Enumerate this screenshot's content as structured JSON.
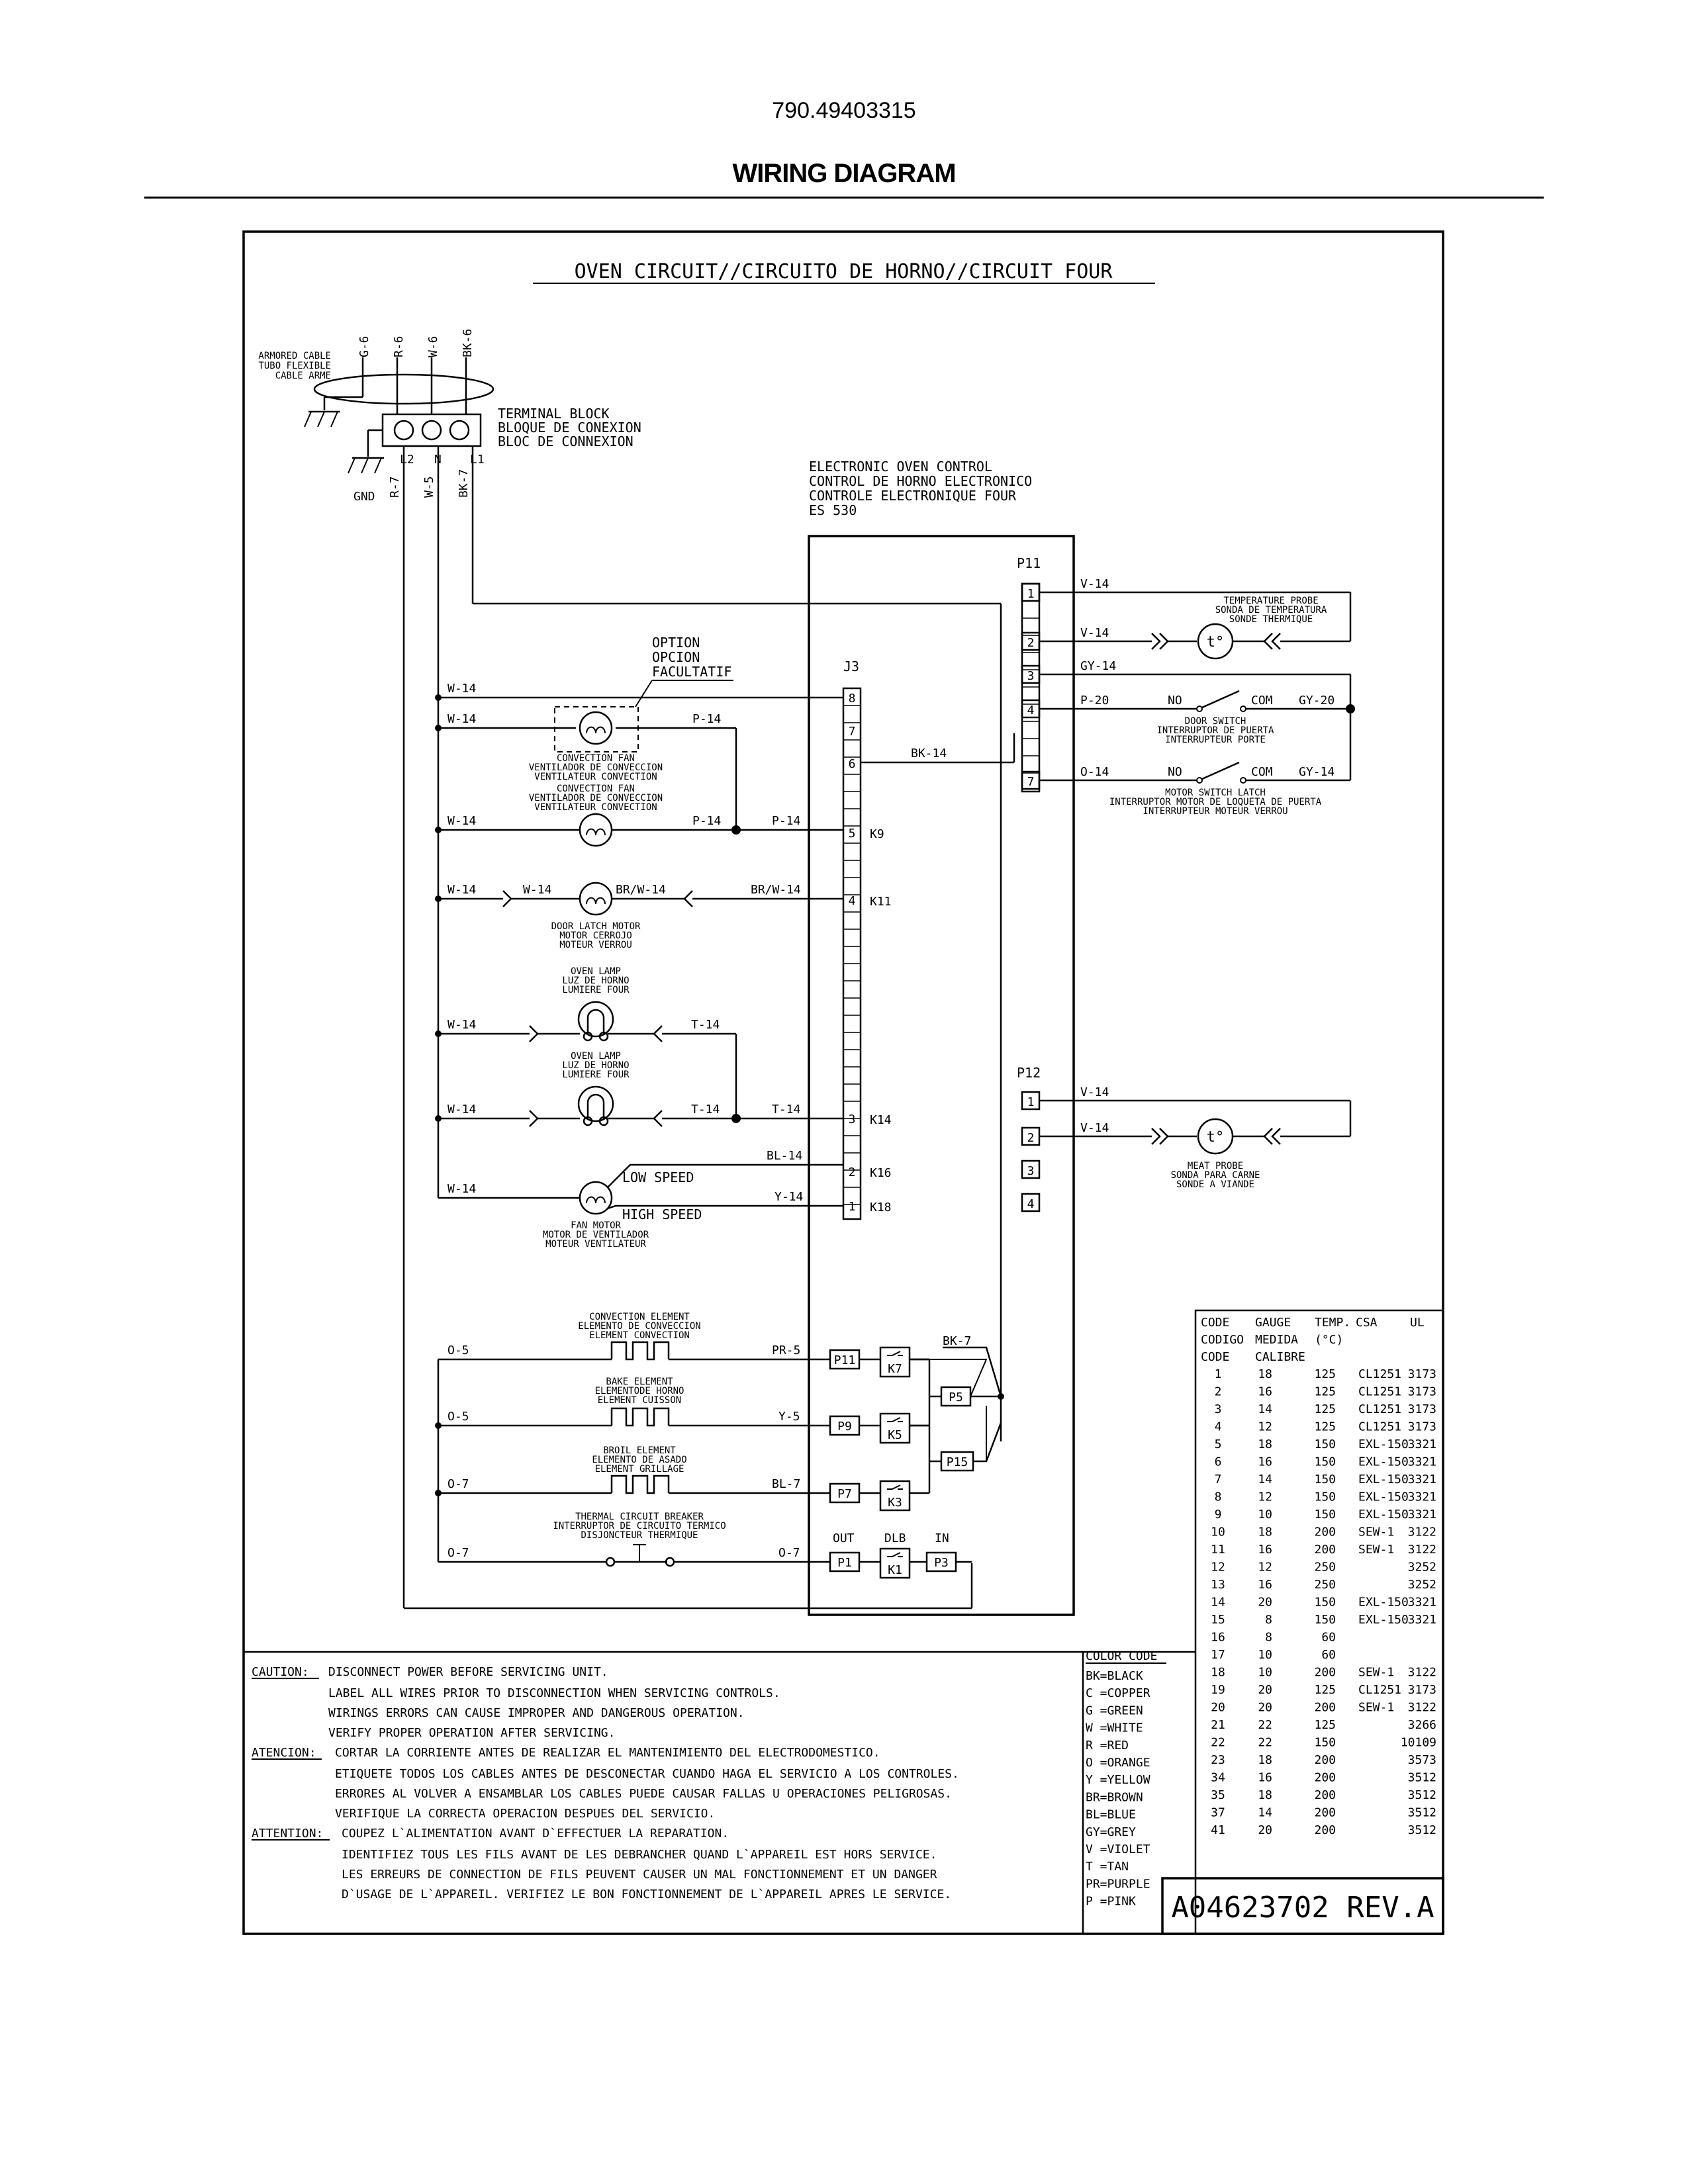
{
  "header": {
    "model_number": "790.49403315",
    "title": "WIRING DIAGRAM"
  },
  "diagram": {
    "heading": "OVEN CIRCUIT//CIRCUITO DE HORNO//CIRCUIT FOUR",
    "supply": {
      "armored_cable": [
        "ARMORED CABLE",
        "TUBO FLEXIBLE",
        "CABLE ARME"
      ],
      "input_wires": [
        "G-6",
        "R-6",
        "W-6",
        "BK-6"
      ],
      "terminal_block": [
        "TERMINAL BLOCK",
        "BLOQUE DE CONEXION",
        "BLOC DE CONNEXION"
      ],
      "terminals": [
        "L2",
        "N",
        "L1"
      ],
      "output_wires": [
        "R-7",
        "W-5",
        "BK-7"
      ],
      "gnd": "GND"
    },
    "control": {
      "name": [
        "ELECTRONIC OVEN CONTROL",
        "CONTROL DE HORNO ELECTRONICO",
        "CONTROLE ELECTRONIQUE FOUR",
        "ES 530"
      ],
      "connectors": {
        "p11": "P11",
        "p12": "P12",
        "j3": "J3"
      }
    },
    "option": [
      "OPTION",
      "OPCION",
      "FACULTATIF"
    ],
    "wire_labels": {
      "w14": "W-14",
      "p14": "P-14",
      "bk14": "BK-14",
      "brw14": "BR/W-14",
      "t14": "T-14",
      "bl14": "BL-14",
      "y14": "Y-14",
      "v14": "V-14",
      "gy14": "GY-14",
      "p20": "P-20",
      "gy20": "GY-20",
      "o14": "O-14",
      "o5": "O-5",
      "o7": "O-7",
      "pr5": "PR-5",
      "y5": "Y-5",
      "bl7": "BL-7",
      "bk7": "BK-7"
    },
    "relays": {
      "k9": "K9",
      "k11": "K11",
      "k14": "K14",
      "k16": "K16",
      "k18": "K18",
      "k7": "K7",
      "k5": "K5",
      "k3": "K3",
      "k1": "K1"
    },
    "pins": {
      "p11": "P11",
      "p9": "P9",
      "p7": "P7",
      "p1": "P1",
      "p3": "P3",
      "p5": "P5",
      "p15": "P15"
    },
    "pin_words": {
      "out": "OUT",
      "dlb": "DLB",
      "in": "IN"
    },
    "switch_words": {
      "no": "NO",
      "com": "COM"
    },
    "speeds": {
      "low": "LOW SPEED",
      "high": "HIGH SPEED"
    },
    "components": {
      "convection_fan": [
        "CONVECTION FAN",
        "VENTILADOR DE CONVECCION",
        "VENTILATEUR CONVECTION"
      ],
      "door_latch_motor": [
        "DOOR LATCH MOTOR",
        "MOTOR CERROJO",
        "MOTEUR VERROU"
      ],
      "oven_lamp": [
        "OVEN LAMP",
        "LUZ DE HORNO",
        "LUMIERE FOUR"
      ],
      "fan_motor": [
        "FAN MOTOR",
        "MOTOR DE VENTILADOR",
        "MOTEUR VENTILATEUR"
      ],
      "temperature_probe": [
        "TEMPERATURE PROBE",
        "SONDA DE TEMPERATURA",
        "SONDE THERMIQUE"
      ],
      "door_switch": [
        "DOOR SWITCH",
        "INTERRUPTOR DE PUERTA",
        "INTERRUPTEUR PORTE"
      ],
      "motor_switch_latch": [
        "MOTOR SWITCH LATCH",
        "INTERRUPTOR MOTOR DE LOQUETA DE PUERTA",
        "INTERRUPTEUR MOTEUR VERROU"
      ],
      "meat_probe": [
        "MEAT PROBE",
        "SONDA PARA CARNE",
        "SONDE A VIANDE"
      ],
      "convection_element": [
        "CONVECTION ELEMENT",
        "ELEMENTO DE CONVECCION",
        "ELEMENT CONVECTION"
      ],
      "bake_element": [
        "BAKE ELEMENT",
        "ELEMENTODE HORNO",
        "ELEMENT CUISSON"
      ],
      "broil_element": [
        "BROIL ELEMENT",
        "ELEMENTO DE ASADO",
        "ELEMENT GRILLAGE"
      ],
      "thermal_breaker": [
        "THERMAL CIRCUIT BREAKER",
        "INTERRUPTOR DE CIRCUITO TERMICO",
        "DISJONCTEUR THERMIQUE"
      ],
      "probe_symbol": "t°"
    },
    "gauge_table": {
      "headers": [
        [
          "CODE",
          "GAUGE",
          "TEMP.",
          "CSA",
          "UL"
        ],
        [
          "CODIGO",
          "MEDIDA",
          "(°C)"
        ],
        [
          "CODE",
          "CALIBRE"
        ]
      ],
      "rows": [
        [
          "1",
          "18",
          "125",
          "CL1251",
          "3173"
        ],
        [
          "2",
          "16",
          "125",
          "CL1251",
          "3173"
        ],
        [
          "3",
          "14",
          "125",
          "CL1251",
          "3173"
        ],
        [
          "4",
          "12",
          "125",
          "CL1251",
          "3173"
        ],
        [
          "5",
          "18",
          "150",
          "EXL-150",
          "3321"
        ],
        [
          "6",
          "16",
          "150",
          "EXL-150",
          "3321"
        ],
        [
          "7",
          "14",
          "150",
          "EXL-150",
          "3321"
        ],
        [
          "8",
          "12",
          "150",
          "EXL-150",
          "3321"
        ],
        [
          "9",
          "10",
          "150",
          "EXL-150",
          "3321"
        ],
        [
          "10",
          "18",
          "200",
          "SEW-1",
          "3122"
        ],
        [
          "11",
          "16",
          "200",
          "SEW-1",
          "3122"
        ],
        [
          "12",
          "12",
          "250",
          "",
          "3252"
        ],
        [
          "13",
          "16",
          "250",
          "",
          "3252"
        ],
        [
          "14",
          "20",
          "150",
          "EXL-150",
          "3321"
        ],
        [
          "15",
          "8",
          "150",
          "EXL-150",
          "3321"
        ],
        [
          "16",
          "8",
          "60",
          "",
          ""
        ],
        [
          "17",
          "10",
          "60",
          "",
          ""
        ],
        [
          "18",
          "10",
          "200",
          "SEW-1",
          "3122"
        ],
        [
          "19",
          "20",
          "125",
          "CL1251",
          "3173"
        ],
        [
          "20",
          "20",
          "200",
          "SEW-1",
          "3122"
        ],
        [
          "21",
          "22",
          "125",
          "",
          "3266"
        ],
        [
          "22",
          "22",
          "150",
          "",
          "10109"
        ],
        [
          "23",
          "18",
          "200",
          "",
          "3573"
        ],
        [
          "34",
          "16",
          "200",
          "",
          "3512"
        ],
        [
          "35",
          "18",
          "200",
          "",
          "3512"
        ],
        [
          "37",
          "14",
          "200",
          "",
          "3512"
        ],
        [
          "41",
          "20",
          "200",
          "",
          "3512"
        ]
      ]
    },
    "color_code": {
      "title": "COLOR CODE",
      "items": [
        "BK=BLACK",
        "C =COPPER",
        "G =GREEN",
        "W =WHITE",
        "R =RED",
        "O =ORANGE",
        "Y =YELLOW",
        "BR=BROWN",
        "BL=BLUE",
        "GY=GREY",
        "V =VIOLET",
        "T =TAN",
        "PR=PURPLE",
        "P =PINK"
      ]
    },
    "notes": {
      "caution_label": "CAUTION:",
      "caution": [
        "DISCONNECT POWER BEFORE SERVICING UNIT.",
        "LABEL ALL WIRES PRIOR TO DISCONNECTION WHEN SERVICING CONTROLS.",
        "WIRINGS ERRORS CAN CAUSE IMPROPER AND DANGEROUS OPERATION.",
        "VERIFY PROPER OPERATION AFTER SERVICING."
      ],
      "atencion_label": "ATENCION:",
      "atencion": [
        "CORTAR LA CORRIENTE ANTES DE REALIZAR EL MANTENIMIENTO DEL ELECTRODOMESTICO.",
        "ETIQUETE TODOS LOS CABLES ANTES DE DESCONECTAR CUANDO HAGA EL SERVICIO A LOS CONTROLES.",
        "ERRORES AL VOLVER A ENSAMBLAR LOS CABLES PUEDE CAUSAR FALLAS U OPERACIONES PELIGROSAS.",
        "VERIFIQUE LA CORRECTA OPERACION DESPUES DEL SERVICIO."
      ],
      "attention_label": "ATTENTION:",
      "attention": [
        "COUPEZ L`ALIMENTATION AVANT D`EFFECTUER LA REPARATION.",
        "IDENTIFIEZ TOUS LES FILS AVANT DE LES DEBRANCHER QUAND L`APPAREIL EST HORS SERVICE.",
        "LES ERREURS DE CONNECTION DE FILS PEUVENT CAUSER UN MAL FONCTIONNEMENT ET UN DANGER",
        "D`USAGE DE L`APPAREIL. VERIFIEZ LE BON FONCTIONNEMENT DE L`APPAREIL APRES LE SERVICE."
      ]
    },
    "part_number": "A04623702 REV.A"
  }
}
